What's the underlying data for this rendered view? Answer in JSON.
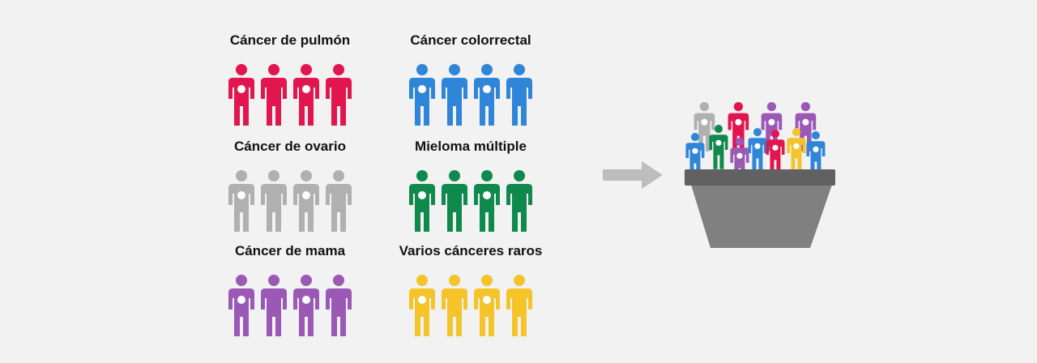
{
  "groups": [
    {
      "title": "Cáncer de pulmón",
      "color": "#e3154e",
      "count": 4
    },
    {
      "title": "Cáncer colorrectal",
      "color": "#2f86d9",
      "count": 4
    },
    {
      "title": "Cáncer de ovario",
      "color": "#b0b0b0",
      "count": 4
    },
    {
      "title": "Mieloma múltiple",
      "color": "#0f8a4c",
      "count": 4
    },
    {
      "title": "Cáncer de mama",
      "color": "#9b59b6",
      "count": 4
    },
    {
      "title": "Varios cánceres raros",
      "color": "#f5c32a",
      "count": 4
    }
  ],
  "arrow_color": "#bdbdbd",
  "basket": {
    "rim_color": "#616161",
    "body_color": "#808080"
  },
  "icons": {
    "person": "person-icon",
    "arrow": "arrow-right-icon",
    "basket": "basket-icon"
  }
}
